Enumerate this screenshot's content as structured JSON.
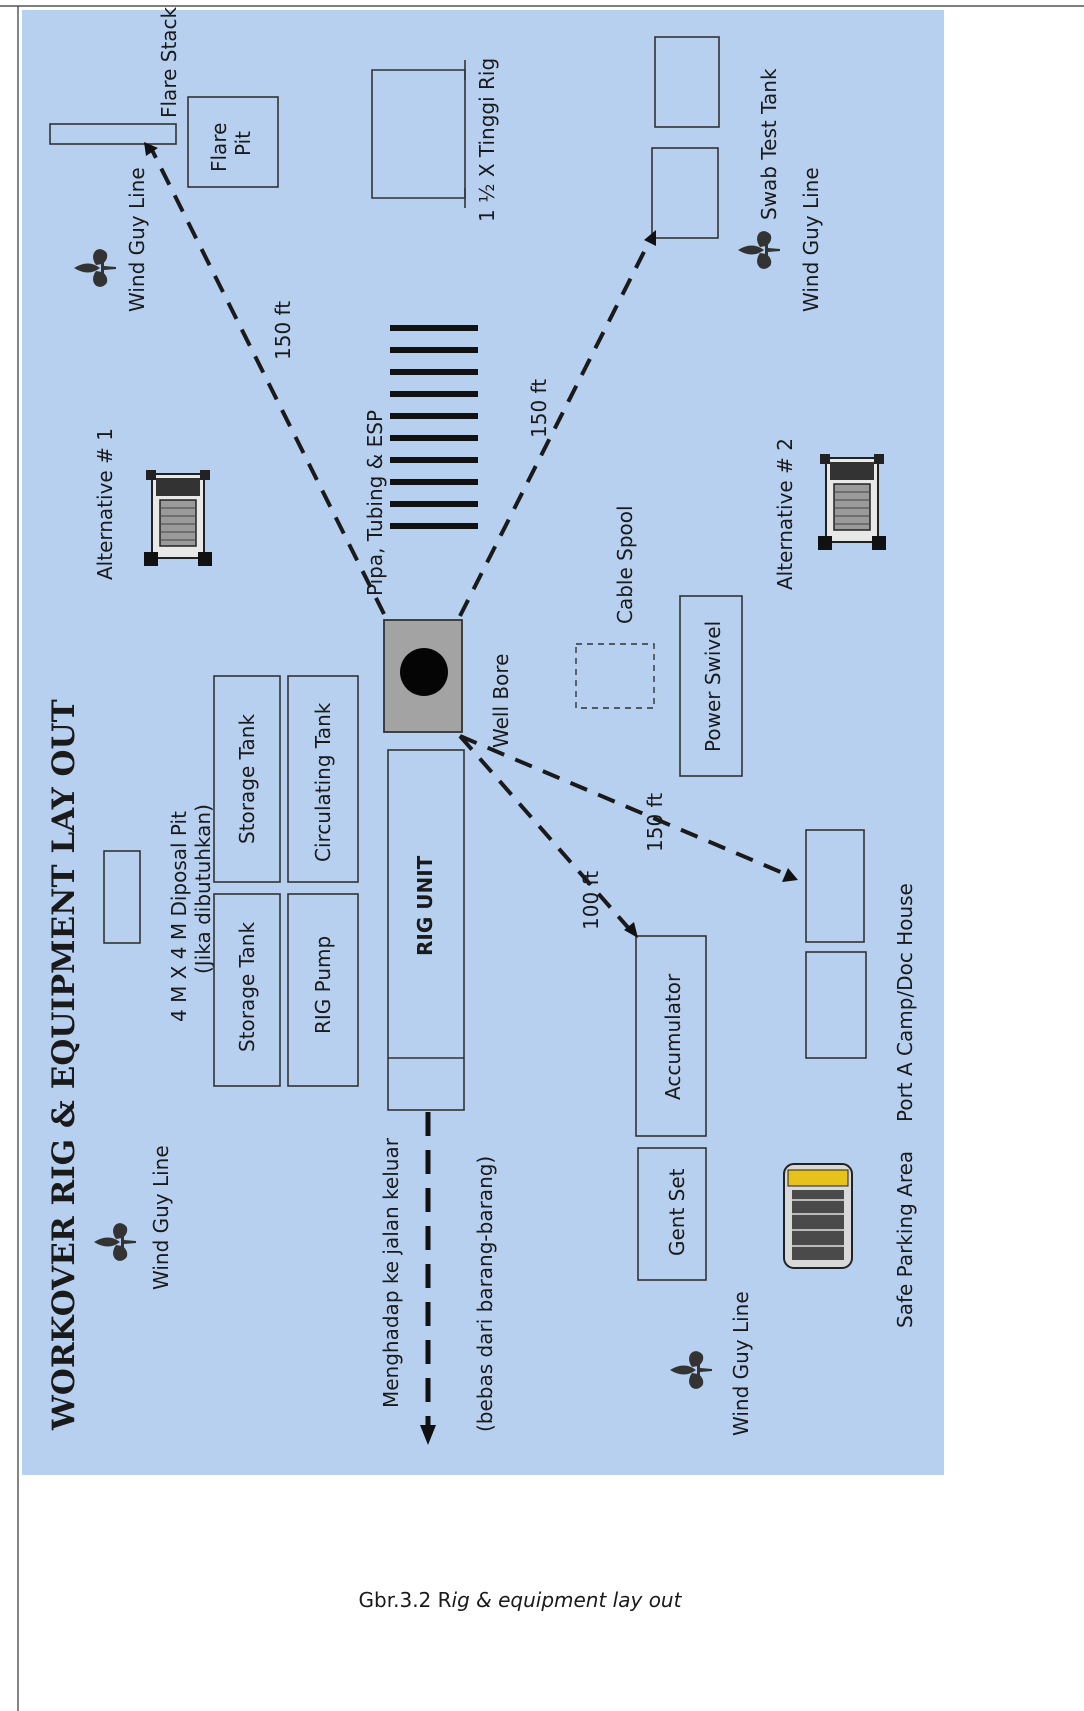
{
  "diagram": {
    "title": "WORKOVER RIG & EQUIPMENT LAY OUT",
    "labels": {
      "flare_stack": "Flare Stack",
      "flare_pit": "Flare Pit",
      "tinggi_rig": "1 ½ X Tinggi Rig",
      "swab_test_tank": "Swab Test Tank",
      "wind_guy_line": "Wind Guy Line",
      "pipa_tubing": "Pipa, Tubing & ESP",
      "alternative_1": "Alternative # 1",
      "alternative_2": "Alternative # 2",
      "cable_spool": "Cable Spool",
      "power_swivel": "Power Swivel",
      "well_bore": "Well Bore",
      "disposal_pit": "4 M X 4 M Diposal Pit",
      "jika": "(Jika dibutuhkan)",
      "storage_tank": "Storage Tank",
      "circulating_tank": "Circulating Tank",
      "rig_pump": "RIG  Pump",
      "rig_unit": "RIG UNIT",
      "accumulator": "Accumulator",
      "gent_set": "Gent Set",
      "port_a_camp": "Port A Camp/Doc House",
      "safe_parking": "Safe Parking Area",
      "menghadap": "Menghadap ke jalan keluar",
      "bebas": "(bebas dari barang-barang)",
      "dist_150": "150 ft",
      "dist_100": "100 ft"
    },
    "colors": {
      "background": "#b7d0ef",
      "wellbore_pad": "#a3a3a3"
    },
    "icons": [
      "fleur-de-lis-icon",
      "truck-icon",
      "bus-icon",
      "wellbore-icon"
    ]
  },
  "caption": {
    "prefix": "Gbr.3.2 R",
    "italic": "ig & equipment lay out"
  }
}
